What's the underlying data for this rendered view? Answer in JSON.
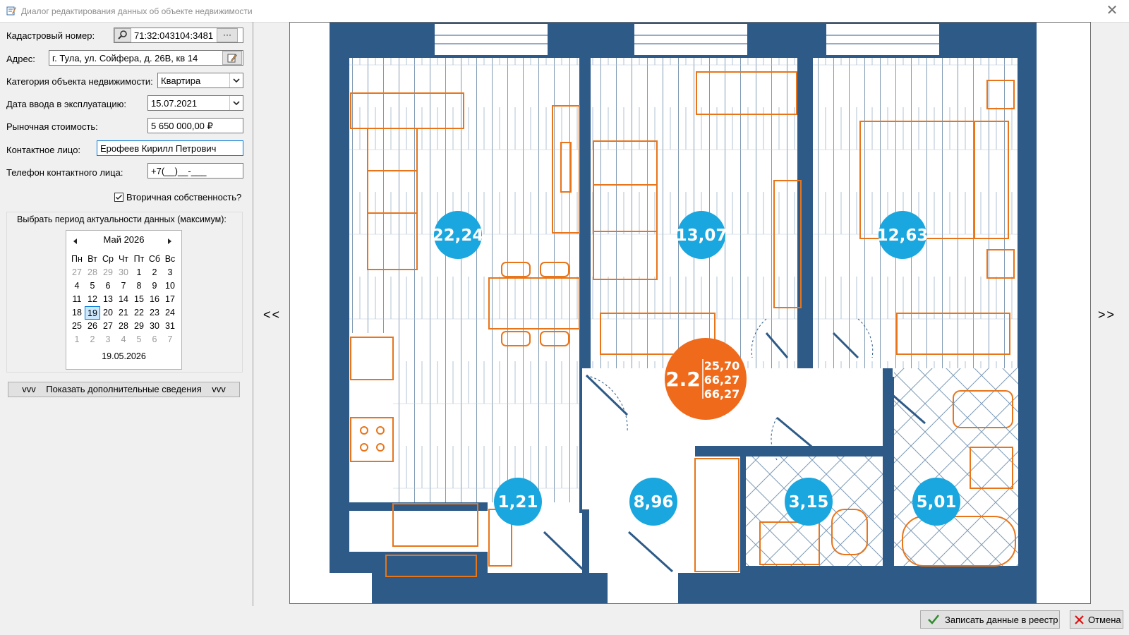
{
  "window": {
    "title": "Диалог редактирования данных об объекте недвижимости"
  },
  "form": {
    "cadastral_label": "Кадастровый номер:",
    "cadastral_value": "71:32:043104:3481",
    "cadastral_more": "···",
    "address_label": "Адрес:",
    "address_value": "г. Тула, ул. Сойфера, д. 26В, кв 14",
    "category_label": "Категория объекта недвижимости:",
    "category_value": "Квартира",
    "date_label": "Дата ввода в эксплуатацию:",
    "date_value": "15.07.2021",
    "price_label": "Рыночная стоимость:",
    "price_value": "5 650 000,00 ₽",
    "contact_label": "Контактное лицо:",
    "contact_value": "Ерофеев Кирилл Петрович",
    "phone_label": "Телефон контактного лица:",
    "phone_value": "+7(__)__-___",
    "secondary_label": "Вторичная собственность?",
    "secondary_checked": true,
    "period_label": "Выбрать период актуальности данных (максимум):",
    "show_more_label": "vvv    Показать дополнительные сведения    vvv"
  },
  "calendar": {
    "month": "Май 2026",
    "weekdays": [
      "Пн",
      "Вт",
      "Ср",
      "Чт",
      "Пт",
      "Сб",
      "Вс"
    ],
    "weeks": [
      [
        "27",
        "28",
        "29",
        "30",
        "1",
        "2",
        "3"
      ],
      [
        "4",
        "5",
        "6",
        "7",
        "8",
        "9",
        "10"
      ],
      [
        "11",
        "12",
        "13",
        "14",
        "15",
        "16",
        "17"
      ],
      [
        "18",
        "19",
        "20",
        "21",
        "22",
        "23",
        "24"
      ],
      [
        "25",
        "26",
        "27",
        "28",
        "29",
        "30",
        "31"
      ],
      [
        "1",
        "2",
        "3",
        "4",
        "5",
        "6",
        "7"
      ]
    ],
    "today": "19.05.2026"
  },
  "plan": {
    "nav_prev": "<<",
    "nav_next": ">>",
    "rooms": [
      "22,24",
      "13,07",
      "12,63",
      "1,21",
      "8,96",
      "3,15",
      "5,01"
    ],
    "unit_type": "2.2",
    "unit_areas": [
      "25,70",
      "66,27",
      "66,27"
    ],
    "colors": {
      "wall": "#2d5a87",
      "furniture": "#e8751a",
      "badge": "#1aa6de",
      "unit": "#ef6b1b"
    }
  },
  "footer": {
    "save_label": "Записать данные в реестр",
    "cancel_label": "Отмена"
  }
}
